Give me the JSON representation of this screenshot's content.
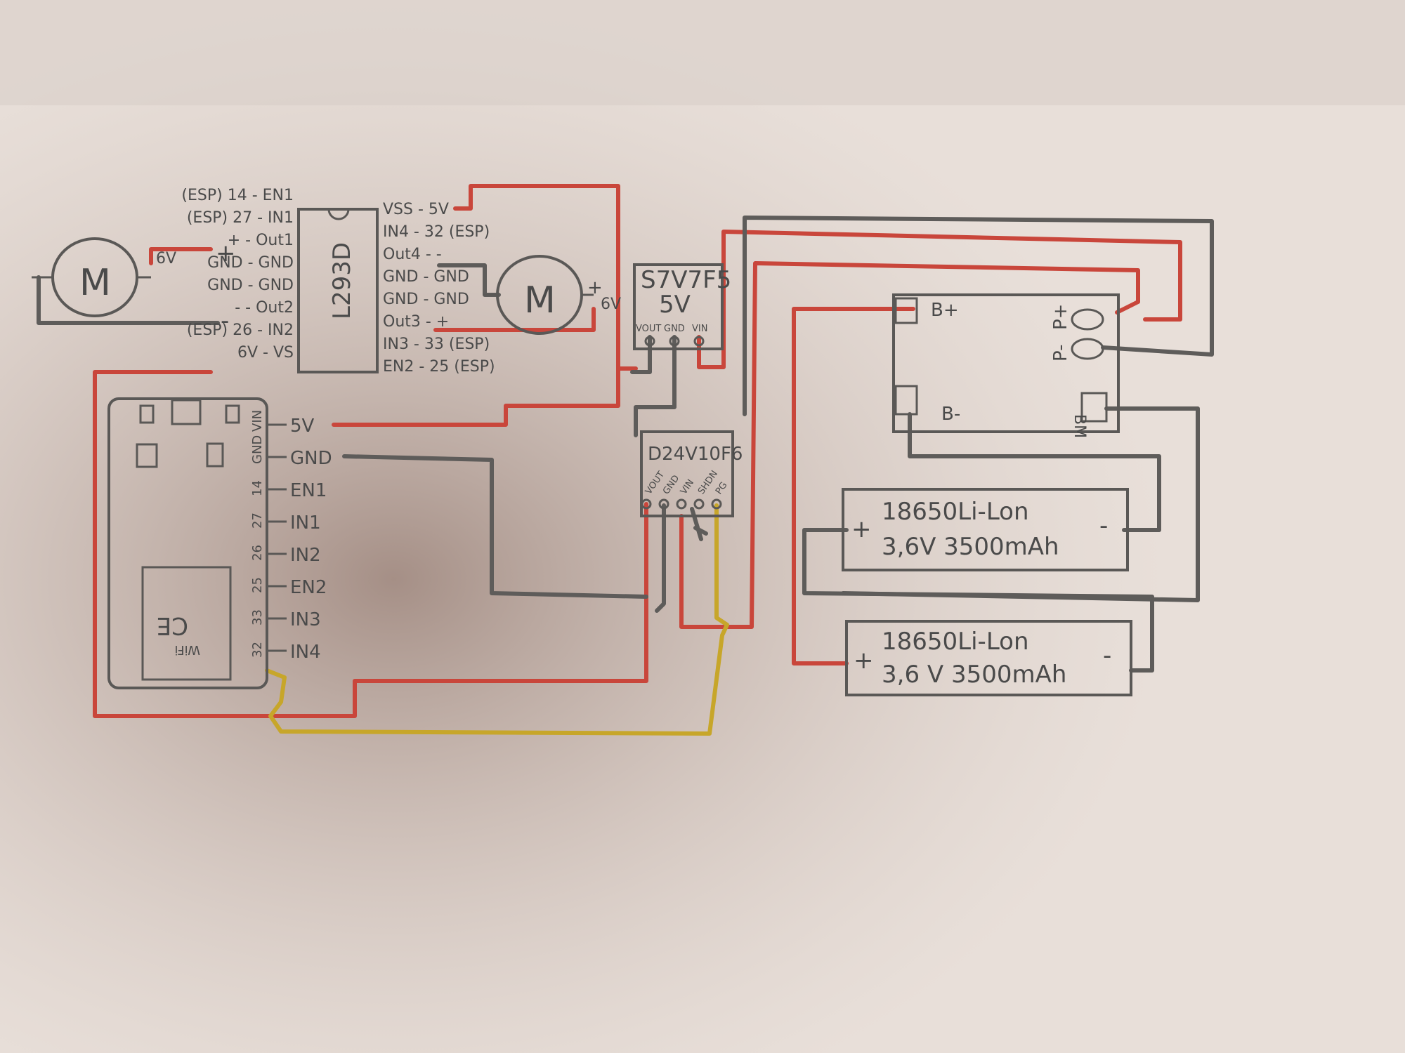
{
  "l293d": {
    "name": "L293D",
    "left_pins": [
      "(ESP) 14 - EN1",
      "(ESP) 27 - IN1",
      "+ - Out1",
      "GND - GND",
      "GND - GND",
      "- - Out2",
      "(ESP) 26 - IN2",
      "6V - VS"
    ],
    "right_pins": [
      "VSS - 5V",
      "IN4 - 32 (ESP)",
      "Out4 - -",
      "GND - GND",
      "GND - GND",
      "Out3 - +",
      "IN3 - 33 (ESP)",
      "EN2 - 25 (ESP)"
    ]
  },
  "motor_left": {
    "label": "M",
    "supply": "6V",
    "plus": "+",
    "minus": "-"
  },
  "motor_right": {
    "label": "M",
    "supply": "6V",
    "plus": "+",
    "minus": "-"
  },
  "regulator_5v": {
    "name": "S7V7F5",
    "voltage": "5V",
    "pins": [
      "VOUT",
      "GND",
      "VIN"
    ]
  },
  "regulator_6v": {
    "name": "D24V10F6",
    "pins": [
      "VOUT",
      "GND",
      "VIN",
      "SHDN",
      "PG"
    ]
  },
  "esp32": {
    "pin_numbers": [
      "VIN",
      "GND",
      "14",
      "27",
      "26",
      "25",
      "33",
      "32"
    ],
    "pin_labels": [
      "5V",
      "GND",
      "EN1",
      "IN1",
      "IN2",
      "EN2",
      "IN3",
      "IN4"
    ],
    "ce_mark": "CE",
    "wifi_mark": "WiFi"
  },
  "bms": {
    "b_plus": "B+",
    "b_minus": "B-",
    "p_plus": "P+",
    "p_minus": "P-",
    "bm": "BM"
  },
  "battery_1": {
    "type": "18650Li-Lon",
    "spec": "3,6V   3500mAh",
    "plus": "+",
    "minus": "-"
  },
  "battery_2": {
    "type": "18650Li-Lon",
    "spec": "3,6 V 3500mAh",
    "plus": "+",
    "minus": "-"
  },
  "colors": {
    "paper": "#e7dcd6",
    "red_wire": "#c9463b",
    "gray_wire": "#5e5c5a",
    "yellow_wire": "#c7a62a",
    "shadow": "#a89189"
  }
}
